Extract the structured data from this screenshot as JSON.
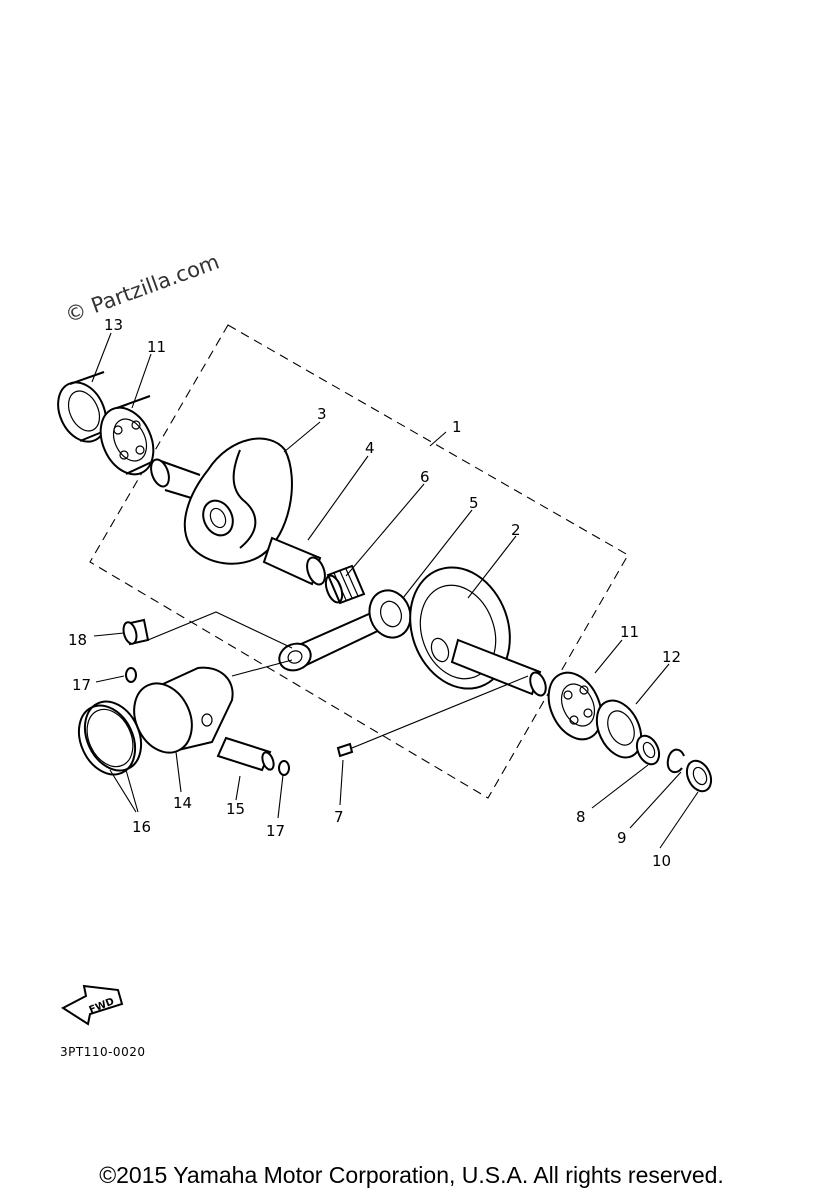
{
  "watermark": "© Partzilla.com",
  "callouts": {
    "c1": "1",
    "c2": "2",
    "c3": "3",
    "c4": "4",
    "c5": "5",
    "c6": "6",
    "c7": "7",
    "c8": "8",
    "c9": "9",
    "c10": "10",
    "c11a": "11",
    "c11b": "11",
    "c12": "12",
    "c13": "13",
    "c14": "14",
    "c15": "15",
    "c16": "16",
    "c17a": "17",
    "c17b": "17",
    "c18": "18"
  },
  "fwd_label": "FWD",
  "diagram_code": "3PT110-0020",
  "copyright": "©2015 Yamaha Motor Corporation, U.S.A. All rights reserved."
}
